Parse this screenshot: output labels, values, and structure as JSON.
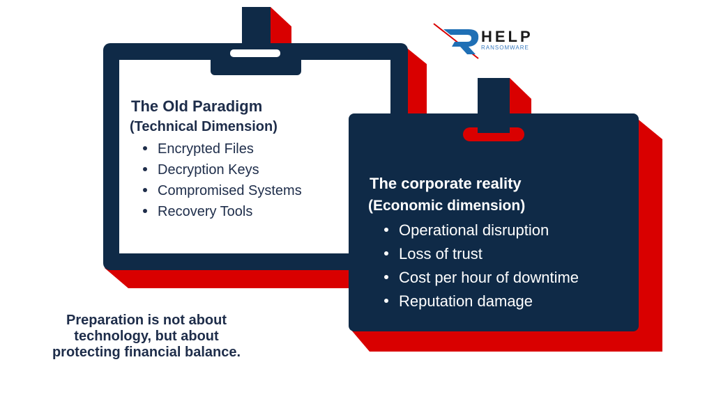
{
  "logo": {
    "name": "HELP",
    "subtitle": "RANSOMWARE"
  },
  "old_card": {
    "title": "The Old Paradigm",
    "subtitle": "(Technical Dimension)",
    "items": [
      "Encrypted Files",
      "Decryption Keys",
      "Compromised Systems",
      "Recovery Tools"
    ]
  },
  "new_card": {
    "title": "The corporate reality",
    "subtitle": "(Economic dimension)",
    "items": [
      "Operational disruption",
      "Loss of trust",
      "Cost per hour of downtime",
      "Reputation damage"
    ]
  },
  "footer": {
    "lines": [
      "Preparation is not about",
      "technology, but about",
      "protecting financial balance."
    ]
  },
  "colors": {
    "navy": "#0f2a47",
    "red": "#d90000",
    "text": "#1e2d4a"
  }
}
